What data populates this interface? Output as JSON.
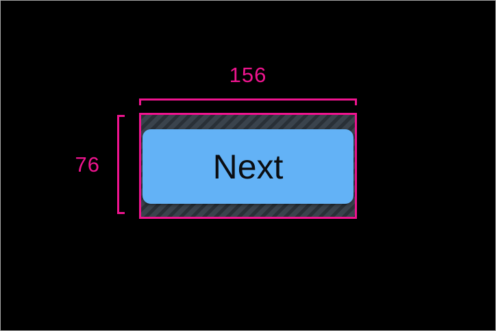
{
  "colors": {
    "canvas_bg": "#000000",
    "canvas_border": "#a8a8a8",
    "measure": "#ef148f",
    "button_fill": "#63b2f6",
    "button_text": "#0b0d11",
    "hatch_base": "#3a434c",
    "hatch_stripe": "#293037"
  },
  "measurement": {
    "width_label": "156",
    "height_label": "76"
  },
  "button": {
    "label": "Next"
  }
}
